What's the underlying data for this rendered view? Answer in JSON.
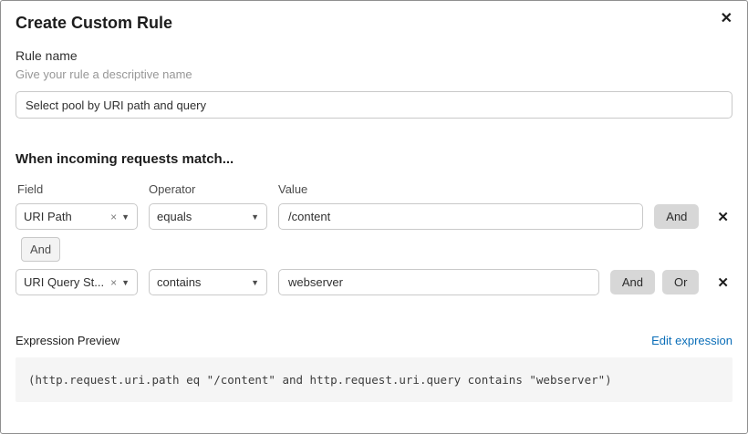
{
  "modal": {
    "title": "Create Custom Rule"
  },
  "icons": {
    "close": "✕",
    "clear": "×",
    "caret": "▼",
    "delete": "✕"
  },
  "rule_name": {
    "label": "Rule name",
    "hint": "Give your rule a descriptive name",
    "value": "Select pool by URI path and query"
  },
  "match_section": {
    "heading": "When incoming requests match...",
    "columns": {
      "field": "Field",
      "operator": "Operator",
      "value": "Value"
    },
    "connector": "And",
    "rows": [
      {
        "field": "URI Path",
        "operator": "equals",
        "value": "/content",
        "and_label": "And"
      },
      {
        "field": "URI Query St...",
        "operator": "contains",
        "value": "webserver",
        "and_label": "And",
        "or_label": "Or"
      }
    ]
  },
  "expression": {
    "label": "Expression Preview",
    "edit_link": "Edit expression",
    "preview": "(http.request.uri.path eq \"/content\" and http.request.uri.query contains \"webserver\")"
  },
  "colors": {
    "link_blue": "#0b6eb8",
    "button_gray": "#d7d7d7",
    "preview_bg": "#f5f5f5",
    "border_gray": "#c9c9c9"
  }
}
